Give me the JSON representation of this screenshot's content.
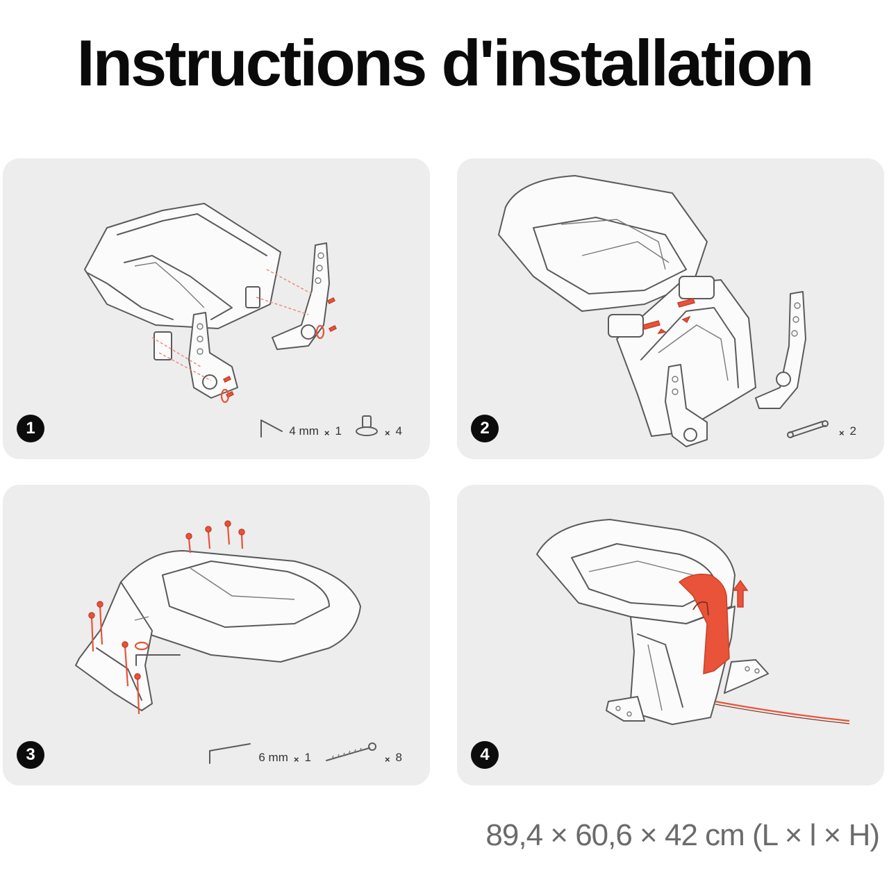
{
  "title": "Instructions d'installation",
  "dimensions": "89,4 × 60,6 × 42 cm (L × l × H)",
  "steps": [
    {
      "number": "1",
      "parts": [
        {
          "label": "4 mm",
          "mult": "×",
          "qty": "1",
          "icon": "hex-key-icon"
        },
        {
          "label": "",
          "mult": "×",
          "qty": "4",
          "icon": "bolt-icon"
        }
      ]
    },
    {
      "number": "2",
      "parts": [
        {
          "label": "",
          "mult": "×",
          "qty": "2",
          "icon": "pin-icon"
        }
      ]
    },
    {
      "number": "3",
      "parts": [
        {
          "label": "6 mm",
          "mult": "×",
          "qty": "1",
          "icon": "hex-key-icon"
        },
        {
          "label": "",
          "mult": "×",
          "qty": "8",
          "icon": "screw-icon"
        }
      ]
    },
    {
      "number": "4",
      "parts": []
    }
  ],
  "colors": {
    "accent": "#e8533a",
    "panel": "#ededed",
    "text": "#0a0a0a"
  }
}
